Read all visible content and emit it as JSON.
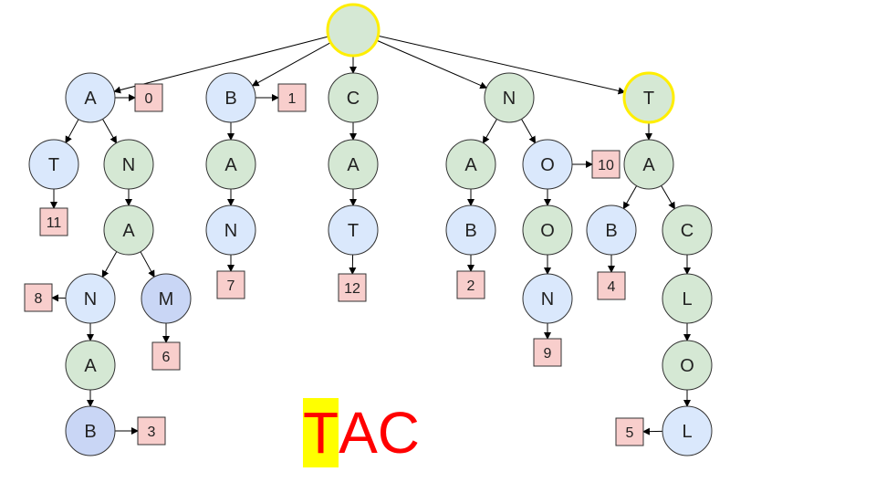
{
  "colors": {
    "green_fill": "#d5e8d4",
    "blue_fill": "#dae8fc",
    "purple_fill": "#c9d6f5",
    "pink_fill": "#f8cecc",
    "highlight_stroke": "#ffee00",
    "normal_stroke": "#333333",
    "edge": "#000000",
    "query_text": "#ff0000",
    "query_highlight": "#ffff00"
  },
  "trie": {
    "nodes": [
      {
        "id": "root",
        "label": "",
        "fill": "green",
        "highlight": true
      },
      {
        "id": "a1",
        "label": "A",
        "fill": "blue"
      },
      {
        "id": "b1",
        "label": "B",
        "fill": "blue"
      },
      {
        "id": "c1",
        "label": "C",
        "fill": "green"
      },
      {
        "id": "n1",
        "label": "N",
        "fill": "green"
      },
      {
        "id": "t1",
        "label": "T",
        "fill": "green",
        "highlight": true
      },
      {
        "id": "at",
        "label": "T",
        "fill": "blue"
      },
      {
        "id": "an",
        "label": "N",
        "fill": "green"
      },
      {
        "id": "ana",
        "label": "A",
        "fill": "green"
      },
      {
        "id": "anan",
        "label": "N",
        "fill": "blue"
      },
      {
        "id": "anam",
        "label": "M",
        "fill": "purple"
      },
      {
        "id": "anana",
        "label": "A",
        "fill": "green"
      },
      {
        "id": "ananab",
        "label": "B",
        "fill": "purple"
      },
      {
        "id": "ba",
        "label": "A",
        "fill": "green"
      },
      {
        "id": "ban",
        "label": "N",
        "fill": "blue"
      },
      {
        "id": "ca",
        "label": "A",
        "fill": "green"
      },
      {
        "id": "cat",
        "label": "T",
        "fill": "blue"
      },
      {
        "id": "na",
        "label": "A",
        "fill": "green"
      },
      {
        "id": "nab",
        "label": "B",
        "fill": "blue"
      },
      {
        "id": "no",
        "label": "O",
        "fill": "blue"
      },
      {
        "id": "noo",
        "label": "O",
        "fill": "green"
      },
      {
        "id": "noon",
        "label": "N",
        "fill": "blue"
      },
      {
        "id": "ta",
        "label": "A",
        "fill": "green"
      },
      {
        "id": "tab",
        "label": "B",
        "fill": "blue"
      },
      {
        "id": "tac",
        "label": "C",
        "fill": "green"
      },
      {
        "id": "tacl",
        "label": "L",
        "fill": "green"
      },
      {
        "id": "taclo",
        "label": "O",
        "fill": "green"
      },
      {
        "id": "taclol",
        "label": "L",
        "fill": "blue"
      }
    ],
    "leaves": [
      {
        "id": "leaf0",
        "label": "0",
        "parent": "a1"
      },
      {
        "id": "leaf1",
        "label": "1",
        "parent": "b1"
      },
      {
        "id": "leaf10",
        "label": "10",
        "parent": "no"
      },
      {
        "id": "leaf11",
        "label": "11",
        "parent": "at"
      },
      {
        "id": "leaf8",
        "label": "8",
        "parent": "anan"
      },
      {
        "id": "leaf6",
        "label": "6",
        "parent": "anam"
      },
      {
        "id": "leaf3",
        "label": "3",
        "parent": "ananab"
      },
      {
        "id": "leaf7",
        "label": "7",
        "parent": "ban"
      },
      {
        "id": "leaf12",
        "label": "12",
        "parent": "cat"
      },
      {
        "id": "leaf2",
        "label": "2",
        "parent": "nab"
      },
      {
        "id": "leaf9",
        "label": "9",
        "parent": "noon"
      },
      {
        "id": "leaf4",
        "label": "4",
        "parent": "tab"
      },
      {
        "id": "leaf5",
        "label": "5",
        "parent": "taclol"
      }
    ],
    "edges": [
      [
        "root",
        "a1"
      ],
      [
        "root",
        "b1"
      ],
      [
        "root",
        "c1"
      ],
      [
        "root",
        "n1"
      ],
      [
        "root",
        "t1"
      ],
      [
        "a1",
        "at"
      ],
      [
        "a1",
        "an"
      ],
      [
        "an",
        "ana"
      ],
      [
        "ana",
        "anan"
      ],
      [
        "ana",
        "anam"
      ],
      [
        "anan",
        "anana"
      ],
      [
        "anana",
        "ananab"
      ],
      [
        "b1",
        "ba"
      ],
      [
        "ba",
        "ban"
      ],
      [
        "c1",
        "ca"
      ],
      [
        "ca",
        "cat"
      ],
      [
        "n1",
        "na"
      ],
      [
        "n1",
        "no"
      ],
      [
        "na",
        "nab"
      ],
      [
        "no",
        "noo"
      ],
      [
        "noo",
        "noon"
      ],
      [
        "t1",
        "ta"
      ],
      [
        "ta",
        "tab"
      ],
      [
        "ta",
        "tac"
      ],
      [
        "tac",
        "tacl"
      ],
      [
        "tacl",
        "taclo"
      ],
      [
        "taclo",
        "taclol"
      ]
    ]
  },
  "query": {
    "letters": [
      {
        "char": "T",
        "highlight": true
      },
      {
        "char": "A",
        "highlight": false
      },
      {
        "char": "C",
        "highlight": false
      }
    ]
  }
}
